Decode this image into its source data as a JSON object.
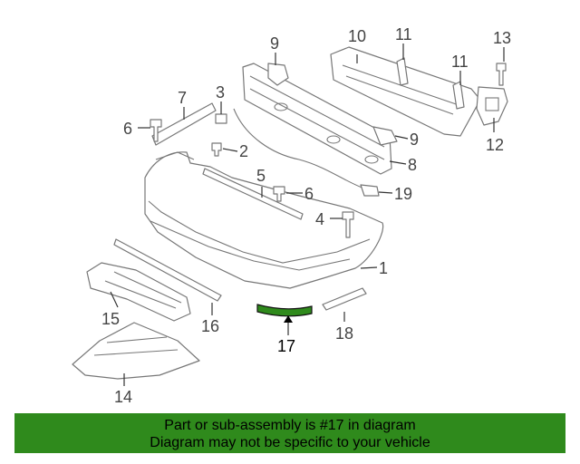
{
  "callouts": {
    "c1": "1",
    "c2": "2",
    "c3": "3",
    "c4": "4",
    "c5": "5",
    "c6a": "6",
    "c6b": "6",
    "c7": "7",
    "c8": "8",
    "c9a": "9",
    "c9b": "9",
    "c10": "10",
    "c11a": "11",
    "c11b": "11",
    "c12": "12",
    "c13": "13",
    "c14": "14",
    "c15": "15",
    "c16": "16",
    "c17": "17",
    "c18": "18",
    "c19": "19"
  },
  "highlighted_part": "17",
  "highlight_color": "#2f8a1c",
  "banner": {
    "line1": "Part or sub-assembly is #17 in diagram",
    "line2": "Diagram may not be specific to your vehicle",
    "background": "#2f8a1c"
  }
}
